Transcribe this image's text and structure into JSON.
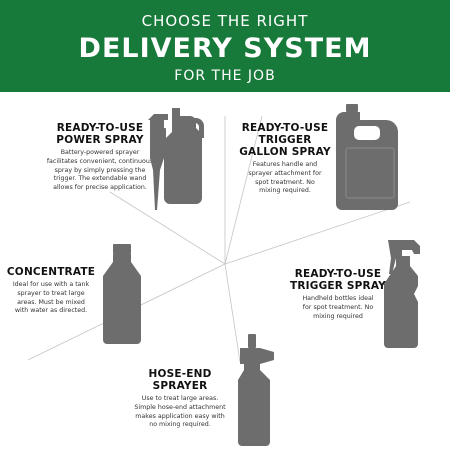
{
  "header": {
    "line1": "CHOOSE THE RIGHT",
    "line2": "DELIVERY SYSTEM",
    "line3": "FOR THE JOB"
  },
  "colors": {
    "brand_green": "#187a3a",
    "product_gray": "#6d6d6d",
    "ray_gray": "#bdbdbd"
  },
  "products": [
    {
      "id": "power-spray",
      "icon": "power-spray-jug-icon",
      "title": [
        "READY-TO-USE",
        "POWER SPRAY"
      ],
      "description": [
        "Battery-powered sprayer",
        "facilitates convenient, continuous",
        "spray by simply pressing the",
        "trigger. The extendable wand",
        "allows for precise application."
      ]
    },
    {
      "id": "trigger-gallon",
      "icon": "gallon-jug-icon",
      "title": [
        "READY-TO-USE",
        "TRIGGER",
        "GALLON SPRAY"
      ],
      "description": [
        "Features handle and",
        "sprayer attachment for",
        "spot treatment. No",
        "mixing required."
      ]
    },
    {
      "id": "concentrate",
      "icon": "concentrate-bottle-icon",
      "title": [
        "CONCENTRATE"
      ],
      "description": [
        "Ideal for use with a tank",
        "sprayer to treat large",
        "areas. Must be mixed",
        "with water as directed."
      ]
    },
    {
      "id": "trigger-spray",
      "icon": "trigger-spray-bottle-icon",
      "title": [
        "READY-TO-USE",
        "TRIGGER SPRAY"
      ],
      "description": [
        "Handheld bottles ideal",
        "for spot treatment. No",
        "mixing required"
      ]
    },
    {
      "id": "hose-end",
      "icon": "hose-end-sprayer-icon",
      "title": [
        "HOSE-END",
        "SPRAYER"
      ],
      "description": [
        "Use to treat large areas.",
        "Simple hose-end attachment",
        "makes application easy with",
        "no mixing required."
      ]
    }
  ]
}
